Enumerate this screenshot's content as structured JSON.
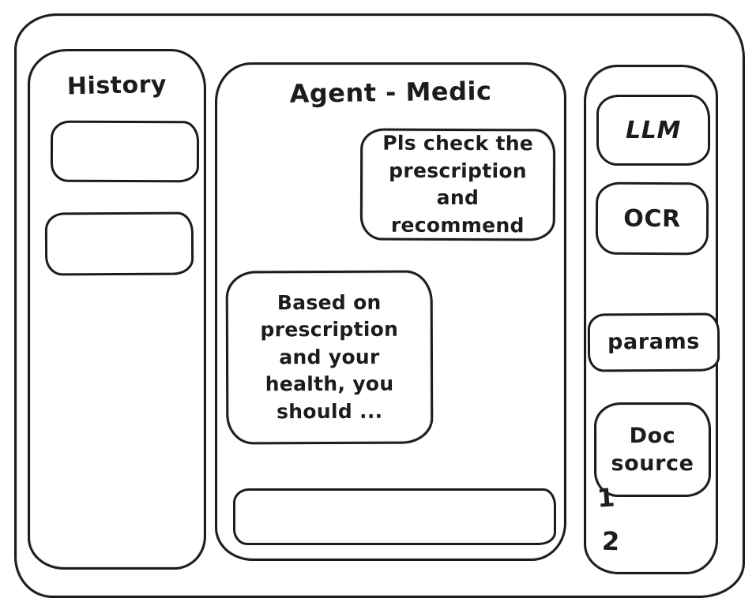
{
  "window": {
    "background_color": "#ffffff",
    "stroke_color": "#1c1c1c"
  },
  "history_panel": {
    "title": "History",
    "items": [
      {
        "label": ""
      },
      {
        "label": ""
      }
    ]
  },
  "chat_panel": {
    "title": "Agent - Medic",
    "messages": [
      {
        "role": "user",
        "text": "Pls check the prescription and recommend"
      },
      {
        "role": "agent",
        "text": "Based on prescription and your health, you should ..."
      }
    ],
    "input": {
      "value": "",
      "placeholder": ""
    }
  },
  "tools_panel": {
    "buttons": [
      {
        "label": "LLM"
      },
      {
        "label": "OCR"
      },
      {
        "label": "params"
      },
      {
        "label": "Doc source"
      }
    ],
    "doc_source_list": [
      "1",
      "2"
    ]
  }
}
